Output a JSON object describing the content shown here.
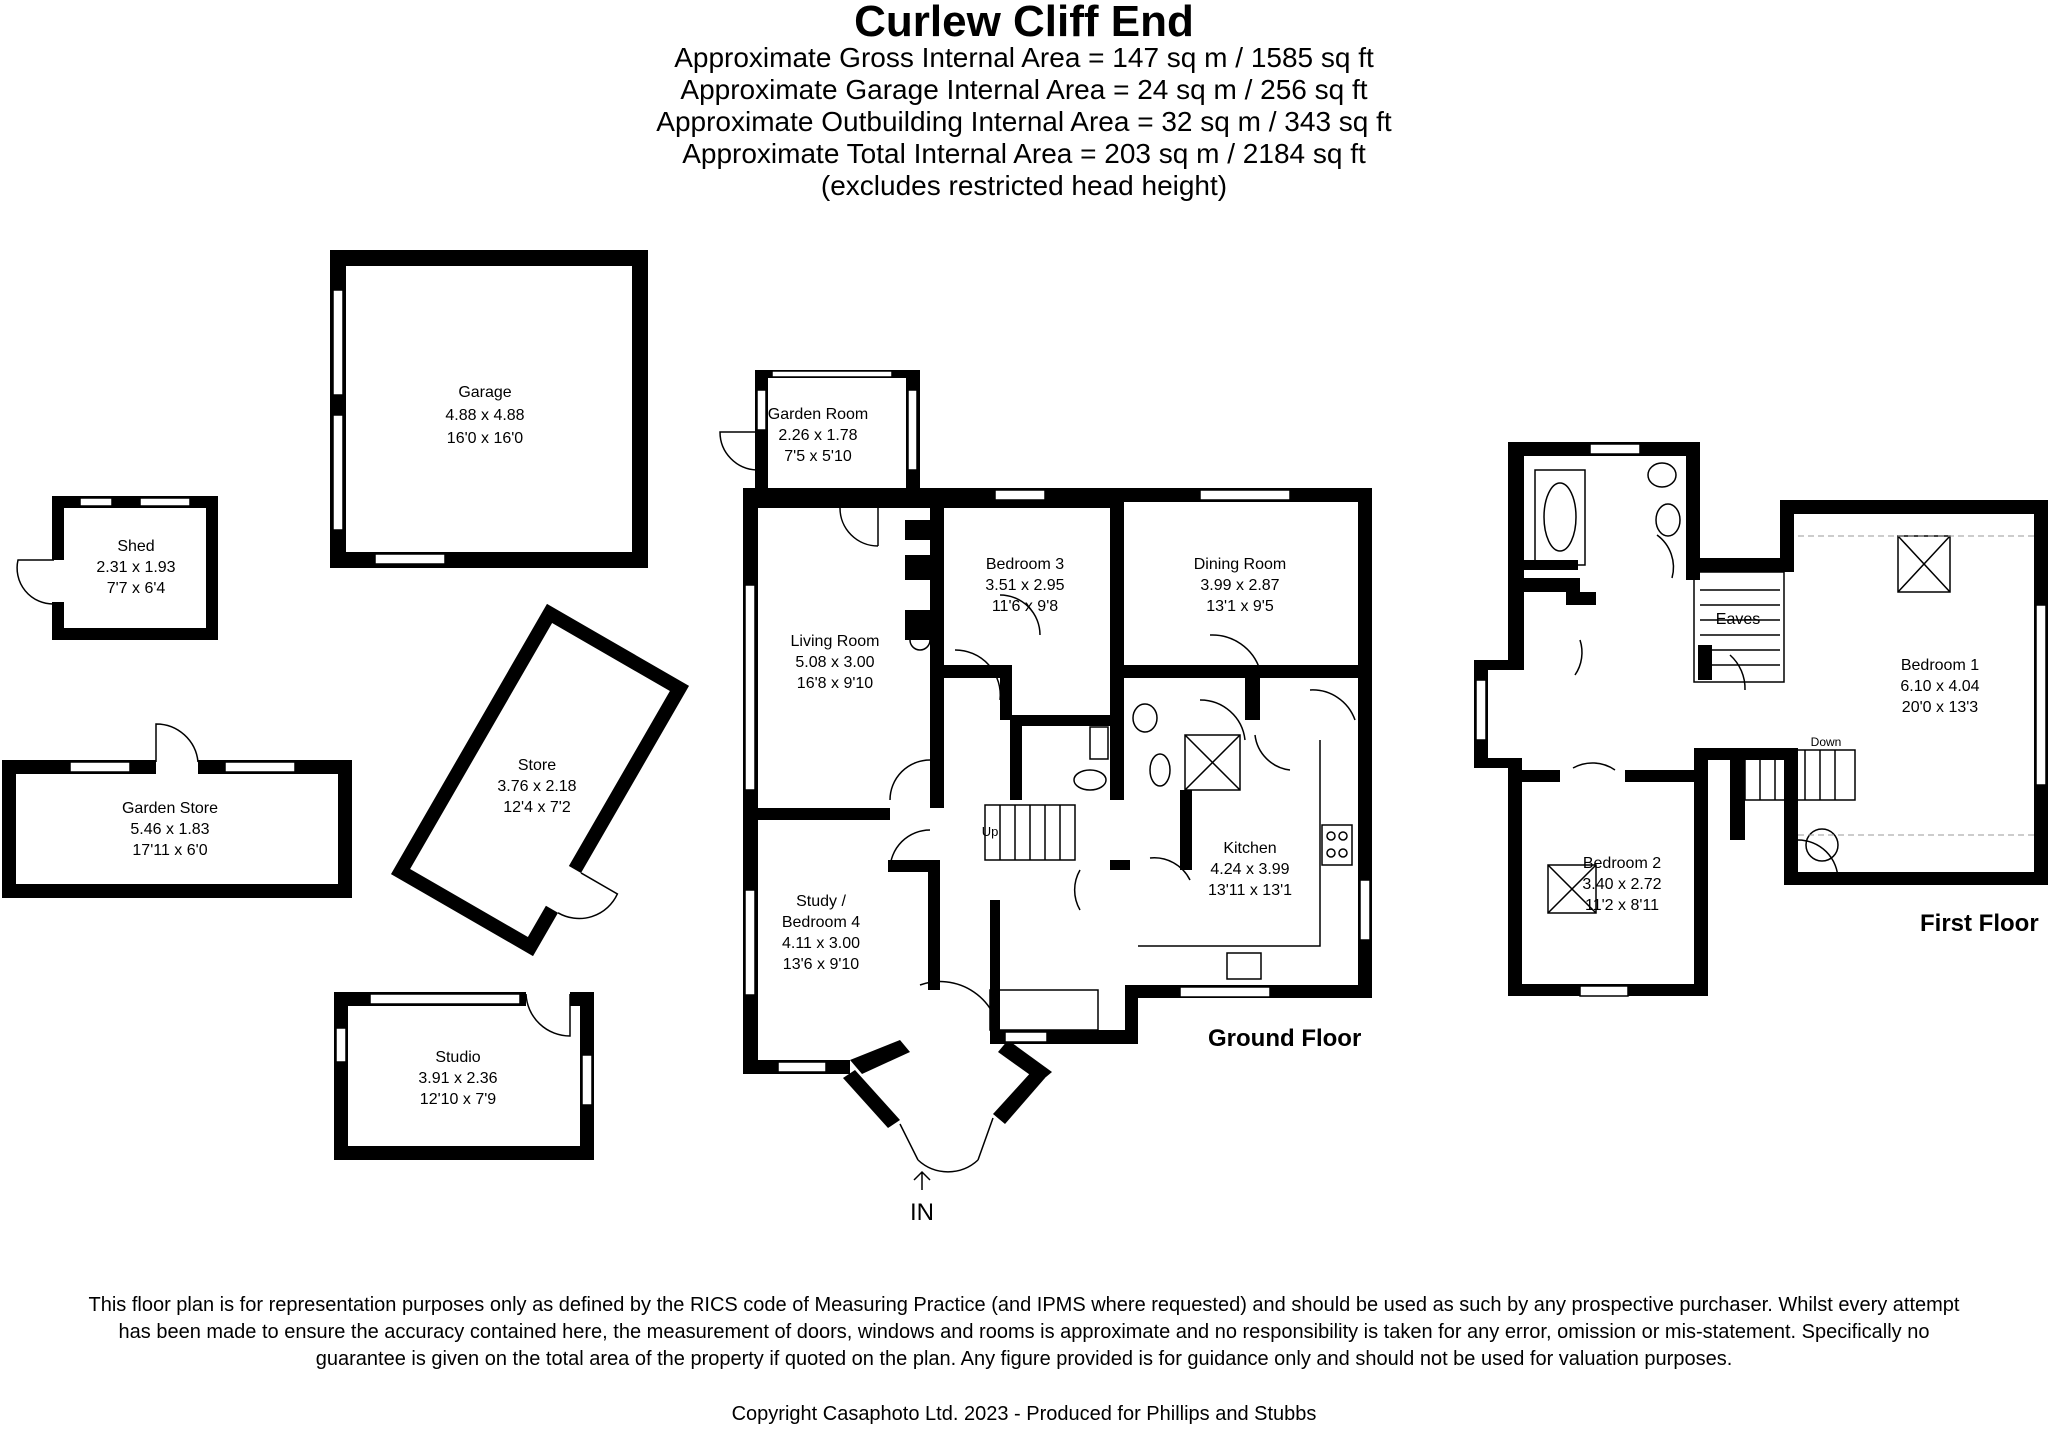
{
  "header": {
    "title": "Curlew Cliff End",
    "areas": [
      "Approximate Gross Internal Area = 147 sq m / 1585 sq ft",
      "Approximate Garage Internal Area = 24 sq m / 256 sq ft",
      "Approximate Outbuilding Internal Area = 32 sq m / 343 sq ft",
      "Approximate Total Internal Area = 203 sq m / 2184 sq ft",
      "(excludes restricted head height)"
    ]
  },
  "rooms": {
    "garage": {
      "name": "Garage",
      "metric": "4.88 x 4.88",
      "imperial": "16'0 x 16'0"
    },
    "shed": {
      "name": "Shed",
      "metric": "2.31 x 1.93",
      "imperial": "7'7 x 6'4"
    },
    "garden_store": {
      "name": "Garden Store",
      "metric": "5.46 x 1.83",
      "imperial": "17'11 x 6'0"
    },
    "store": {
      "name": "Store",
      "metric": "3.76 x 2.18",
      "imperial": "12'4 x 7'2"
    },
    "studio": {
      "name": "Studio",
      "metric": "3.91 x 2.36",
      "imperial": "12'10 x 7'9"
    },
    "garden_room": {
      "name": "Garden Room",
      "metric": "2.26 x 1.78",
      "imperial": "7'5 x 5'10"
    },
    "living_room": {
      "name": "Living Room",
      "metric": "5.08 x 3.00",
      "imperial": "16'8 x 9'10"
    },
    "bedroom3": {
      "name": "Bedroom 3",
      "metric": "3.51 x 2.95",
      "imperial": "11'6 x 9'8"
    },
    "dining_room": {
      "name": "Dining Room",
      "metric": "3.99 x 2.87",
      "imperial": "13'1 x 9'5"
    },
    "study": {
      "name1": "Study /",
      "name2": "Bedroom 4",
      "metric": "4.11 x 3.00",
      "imperial": "13'6 x 9'10"
    },
    "kitchen": {
      "name": "Kitchen",
      "metric": "4.24 x 3.99",
      "imperial": "13'11 x 13'1"
    },
    "bedroom1": {
      "name": "Bedroom 1",
      "metric": "6.10 x 4.04",
      "imperial": "20'0 x 13'3"
    },
    "bedroom2": {
      "name": "Bedroom 2",
      "metric": "3.40 x 2.72",
      "imperial": "11'2 x 8'11"
    }
  },
  "labels": {
    "up": "Up",
    "down": "Down",
    "eaves": "Eaves",
    "entrance": "IN",
    "ground_floor": "Ground Floor",
    "first_floor": "First Floor"
  },
  "footer": {
    "disclaimer": "This floor plan is for representation purposes only as defined by the RICS code of Measuring Practice (and IPMS where requested) and should be used as such by any prospective purchaser. Whilst every attempt has been made to ensure the accuracy contained here, the measurement of doors, windows and rooms is approximate and no responsibility is taken for any error, omission or mis-statement. Specifically no guarantee is given on the total area of the property if quoted on the plan. Any figure provided is for guidance only and should not be used for valuation purposes.",
    "copyright": "Copyright Casaphoto Ltd. 2023 - Produced for Phillips and Stubbs"
  },
  "colors": {
    "wall": "#000000",
    "background": "#ffffff"
  }
}
